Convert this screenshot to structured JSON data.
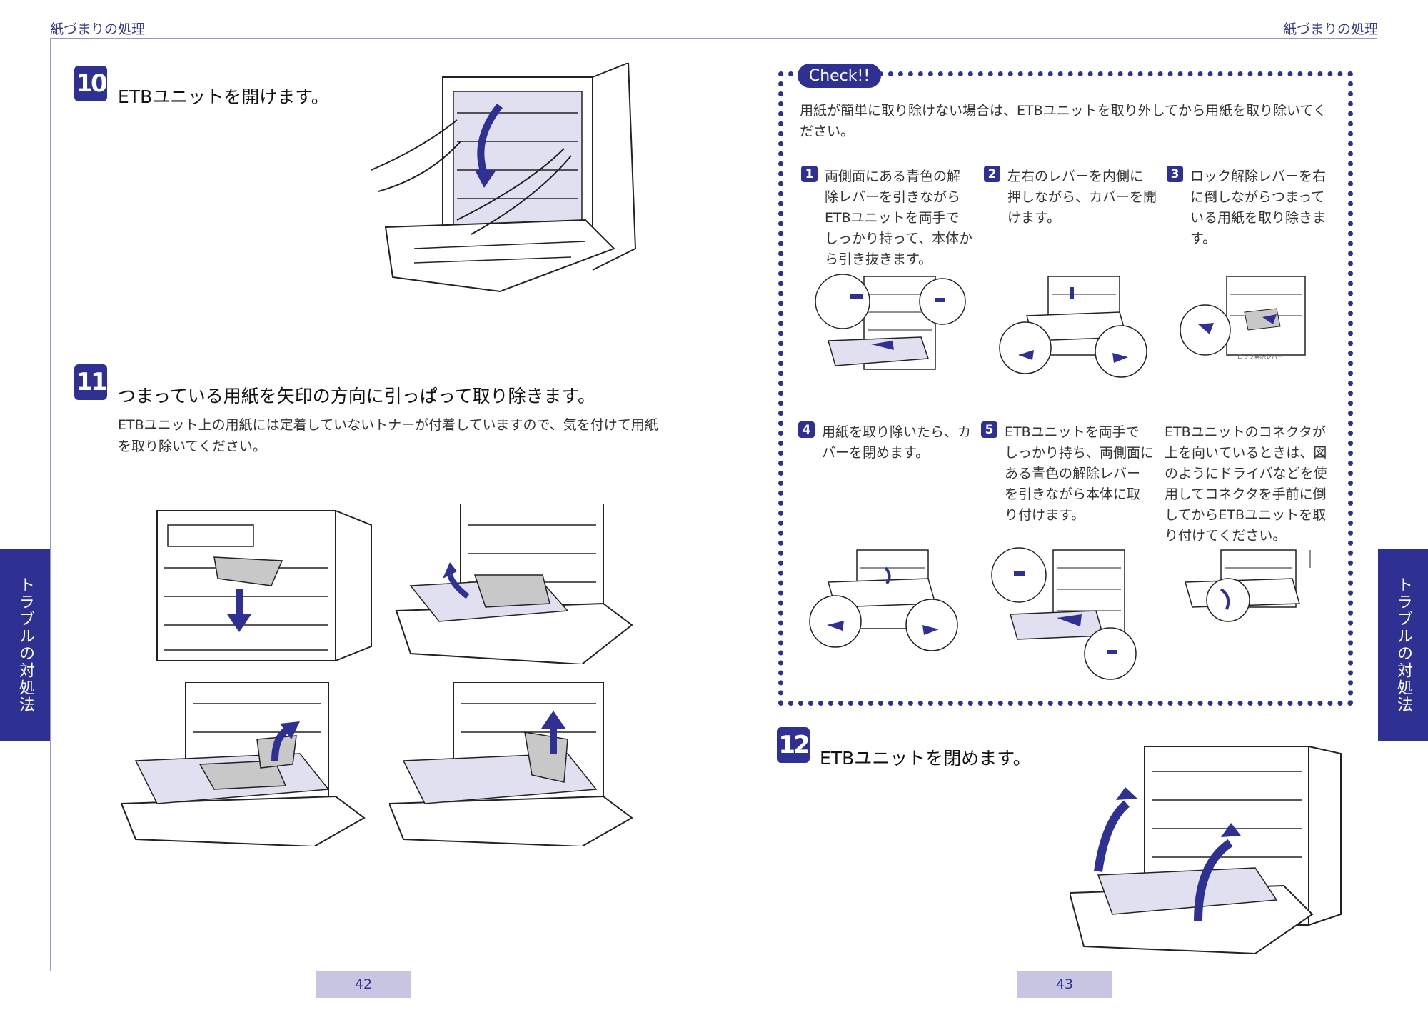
{
  "running_head": {
    "left": "紙づまりの処理",
    "right": "紙づまりの処理"
  },
  "side_tab": {
    "left": "トラブルの対処法",
    "right": "トラブルの対処法"
  },
  "page_numbers": {
    "left": "42",
    "right": "43"
  },
  "steps": {
    "s10": {
      "number": "10",
      "title": "ETBユニットを開けます。"
    },
    "s11": {
      "number": "11",
      "title": "つまっている用紙を矢印の方向に引っぱって取り除きます。",
      "body_line1": "ETBユニット上の用紙には定着していないトナーが付着していますので、気を付けて用紙",
      "body_line2": "を取り除いてください。"
    },
    "s12": {
      "number": "12",
      "title": "ETBユニットを閉めます。"
    }
  },
  "check": {
    "label": "Check!!",
    "intro_line1": "用紙が簡単に取り除けない場合は、ETBユニットを取り外してから用紙を取り除いてく",
    "intro_line2": "ださい。",
    "items": [
      {
        "num": "1",
        "lines": [
          "両側面にある青色の解",
          "除レバーを引きながら",
          "ETBユニットを両手で",
          "しっかり持って、本体か",
          "ら引き抜きます。"
        ]
      },
      {
        "num": "2",
        "lines": [
          "左右のレバーを内側に",
          "押しながら、カバーを開",
          "けます。"
        ]
      },
      {
        "num": "3",
        "lines": [
          "ロック解除レバーを右",
          "に倒しながらつまって",
          "いる用紙を取り除きま",
          "す。"
        ]
      },
      {
        "num": "4",
        "lines": [
          "用紙を取り除いたら、カ",
          "バーを閉めます。"
        ]
      },
      {
        "num": "5",
        "lines": [
          "ETBユニットを両手で",
          "しっかり持ち、両側面に",
          "ある青色の解除レバー",
          "を引きながら本体に取",
          "り付けます。"
        ]
      }
    ],
    "note_lines": [
      "ETBユニットのコネクタが",
      "上を向いているときは、図",
      "のようにドライバなどを使",
      "用してコネクタを手前に倒",
      "してからETBユニットを取",
      "り付けてください。"
    ],
    "lever_caption": "ロック解除レバー"
  },
  "colors": {
    "accent": "#2e3192",
    "page_num_bg": "#c8c5e3",
    "paper_gray": "#c8c8c8",
    "illus_fill": "#e0e0f0"
  }
}
